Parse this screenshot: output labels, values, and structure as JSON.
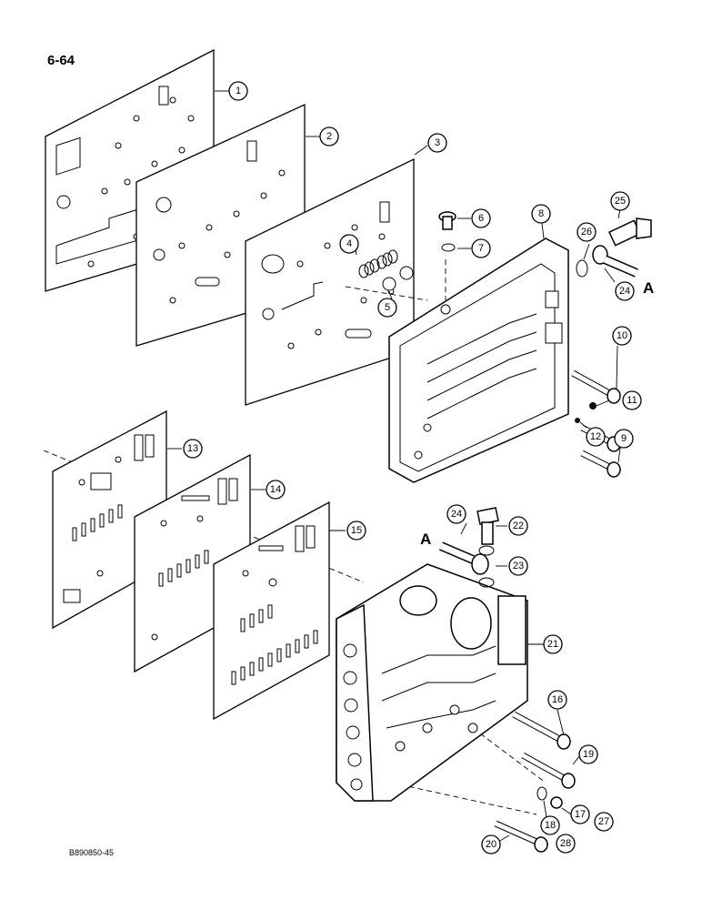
{
  "page_number": "6-64",
  "figure_code": "B890850-45",
  "connection_letters": [
    "A",
    "A"
  ],
  "callouts": [
    "1",
    "2",
    "3",
    "4",
    "5",
    "6",
    "7",
    "8",
    "9",
    "10",
    "11",
    "12",
    "13",
    "14",
    "15",
    "16",
    "17",
    "18",
    "19",
    "20",
    "21",
    "22",
    "23",
    "24",
    "24",
    "25",
    "26",
    "27",
    "28"
  ]
}
